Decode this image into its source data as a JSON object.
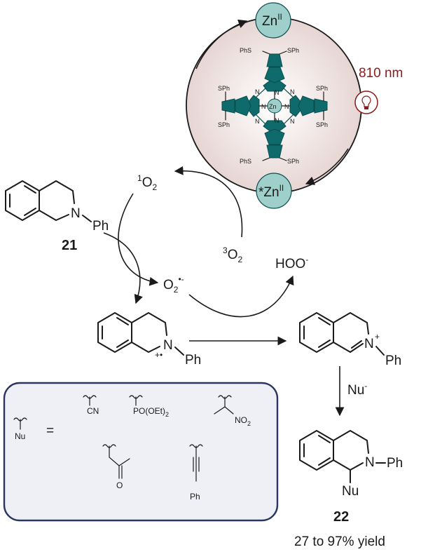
{
  "catalyst": {
    "ground_label": "Zn",
    "ground_sup": "II",
    "excited_label": "*Zn",
    "excited_sup": "II",
    "center_metal": "Zn",
    "substituent": "SPh",
    "substituent_left": "PhS",
    "aza_n": "N"
  },
  "light": {
    "wavelength_label": "810 nm",
    "color": "#8b1a1a"
  },
  "oxygen": {
    "singlet_pre": "1",
    "singlet_main": "O",
    "singlet_sub": "2",
    "triplet_pre": "3",
    "triplet_main": "O",
    "triplet_sub": "2",
    "superoxide_main": "O",
    "superoxide_sub": "2",
    "superoxide_sup": "•-",
    "hydroperoxide_main": "HOO",
    "hydroperoxide_sup": "-"
  },
  "compounds": {
    "start_label": "21",
    "start_n": "N",
    "start_ph": "Ph",
    "radical_n": "N",
    "radical_charge": "+•",
    "radical_ph": "Ph",
    "iminium_n": "N",
    "iminium_charge": "+",
    "iminium_ph": "Ph",
    "product_label": "22",
    "product_n": "N",
    "product_ph": "Ph",
    "product_nu": "Nu",
    "yield_text": "27 to 97% yield"
  },
  "reagent": {
    "main": "Nu",
    "sup": "-"
  },
  "nucleophile_box": {
    "nu_label": "Nu",
    "equals": "=",
    "cn": "CN",
    "phosphonate": "PO(OEt)",
    "phosphonate_sub": "2",
    "nitro": "NO",
    "nitro_sub": "2",
    "ketone_o": "O",
    "alkyne_ph": "Ph",
    "box_color": "#eef0f6",
    "border_color": "#2a3560"
  },
  "colors": {
    "circle_fill": "#efe3e1",
    "teal": "#0f6b6b",
    "node_fill": "#9fcfcb"
  }
}
